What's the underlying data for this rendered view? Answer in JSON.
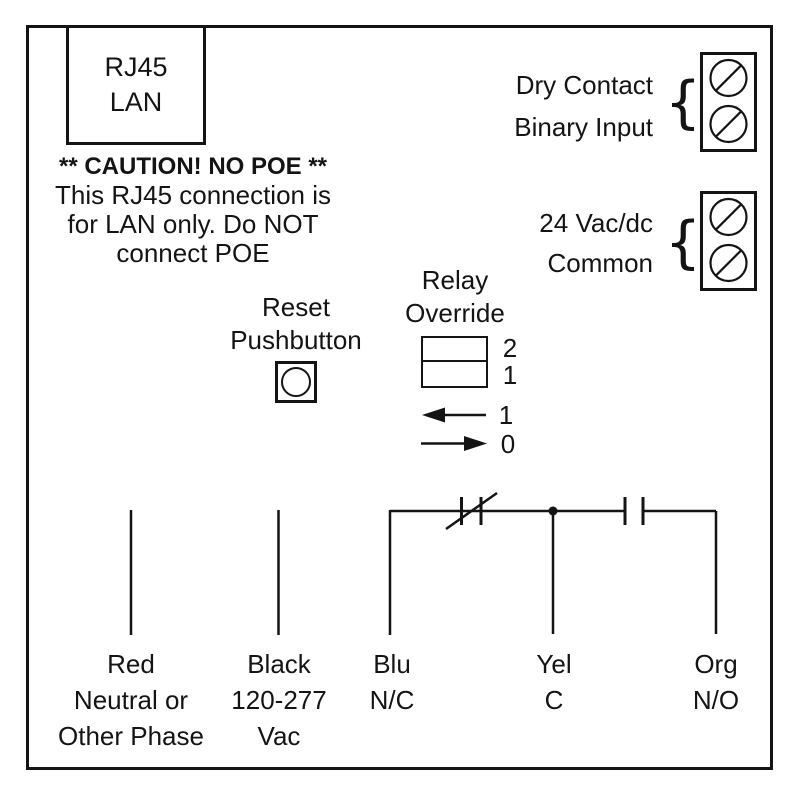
{
  "colors": {
    "ink": "#141414",
    "background": "#ffffff"
  },
  "rj45_port": {
    "line1": "RJ45",
    "line2": "LAN"
  },
  "caution": {
    "title": "** CAUTION! NO POE **",
    "line2": "This RJ45 connection is",
    "line3": "for LAN only. Do NOT",
    "line4": "connect POE"
  },
  "binary_input_terminal": {
    "label_line1": "Dry Contact",
    "label_line2": "Binary Input",
    "brace": "{"
  },
  "power_terminal": {
    "label_line1": "24 Vac/dc",
    "label_line2": "Common",
    "brace": "{"
  },
  "reset_pushbutton": {
    "label_line1": "Reset",
    "label_line2": "Pushbutton"
  },
  "relay_override": {
    "label_line1": "Relay",
    "label_line2": "Override",
    "switch_top": "2",
    "switch_bottom": "1",
    "on_value": "1",
    "off_value": "0"
  },
  "wiring": {
    "red": {
      "lines": [
        "Red",
        "Neutral or",
        "Other Phase"
      ]
    },
    "black": {
      "lines": [
        "Black",
        "120-277",
        "Vac"
      ]
    },
    "blue": {
      "lines": [
        "Blu",
        "N/C"
      ]
    },
    "yellow": {
      "lines": [
        "Yel",
        "C"
      ]
    },
    "orange": {
      "lines": [
        "Org",
        "N/O"
      ]
    }
  },
  "icons": {
    "screw_terminal": "circle-with-diagonal-slash",
    "reset_pushbutton": "circle-in-square",
    "relay_override_switch": "two-position-slide-switch",
    "nc_contact": "normally-closed-relay-contact",
    "no_contact": "normally-open-relay-contact",
    "wire_junction": "filled-dot",
    "override_on_arrow": "left-arrow",
    "override_off_arrow": "right-arrow"
  }
}
